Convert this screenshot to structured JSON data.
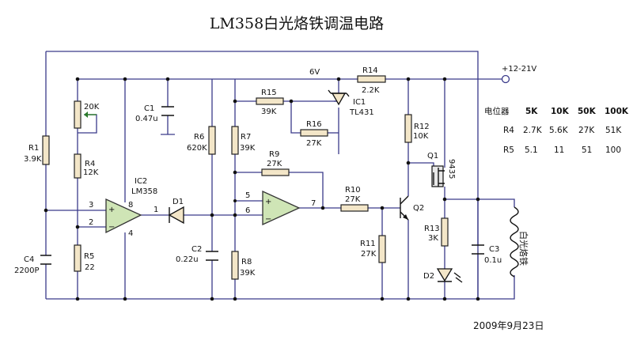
{
  "title": "LM358白光烙铁调温电路",
  "date": "2009年9月23日",
  "supply": {
    "net_6v": "6V",
    "vplus": "+12-21V"
  },
  "components": {
    "R1": {
      "name": "R1",
      "value": "3.9K"
    },
    "VR": {
      "value": "20K"
    },
    "R4": {
      "name": "R4",
      "value": "12K"
    },
    "R5": {
      "name": "R5",
      "value": "22"
    },
    "C4": {
      "name": "C4",
      "value": "2200P"
    },
    "C1": {
      "name": "C1",
      "value": "0.47u"
    },
    "IC2": {
      "name": "IC2",
      "value": "LM358"
    },
    "D1": {
      "name": "D1"
    },
    "R6": {
      "name": "R6",
      "value": "620K"
    },
    "C2": {
      "name": "C2",
      "value": "0.22u"
    },
    "R7": {
      "name": "R7",
      "value": "39K"
    },
    "R8": {
      "name": "R8",
      "value": "39K"
    },
    "R15": {
      "name": "R15",
      "value": "39K"
    },
    "R16": {
      "name": "R16",
      "value": "27K"
    },
    "IC1": {
      "name": "IC1",
      "value": "TL431"
    },
    "R14": {
      "name": "R14",
      "value": "2.2K"
    },
    "R9": {
      "name": "R9",
      "value": "27K"
    },
    "R10": {
      "name": "R10",
      "value": "27K"
    },
    "R11": {
      "name": "R11",
      "value": "27K"
    },
    "R12": {
      "name": "R12",
      "value": "10K"
    },
    "Q1": {
      "name": "Q1",
      "value": "9435"
    },
    "Q2": {
      "name": "Q2"
    },
    "R13": {
      "name": "R13",
      "value": "3K"
    },
    "D2": {
      "name": "D2"
    },
    "C3": {
      "name": "C3",
      "value": "0.1u"
    },
    "heater": {
      "label": "白光烙铁"
    }
  },
  "pins": {
    "ic2_plus": "3",
    "ic2_minus": "2",
    "ic2_out": "1",
    "ic2_vcc": "8",
    "ic2_gnd": "4",
    "op2_in5": "5",
    "op2_in6": "6",
    "op2_out": "7",
    "plus_sign": "+",
    "minus_sign": "−"
  },
  "table": {
    "header": [
      "电位器",
      "5K",
      "10K",
      "50K",
      "100K"
    ],
    "rows": [
      [
        "R4",
        "2.7K",
        "5.6K",
        "27K",
        "51K"
      ],
      [
        "R5",
        "5.1",
        "11",
        "51",
        "100"
      ]
    ]
  }
}
